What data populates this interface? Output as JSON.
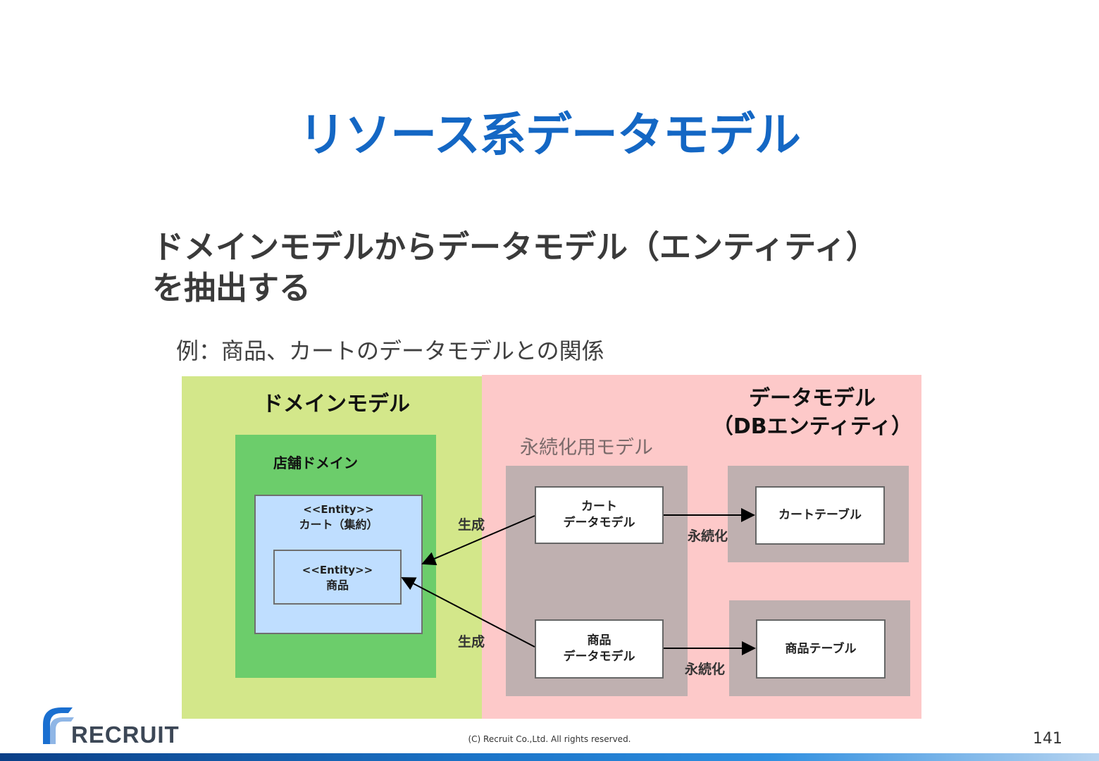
{
  "slide": {
    "title": "リソース系データモデル",
    "heading_line1": "ドメインモデルからデータモデル（エンティティ）",
    "heading_line2": "を抽出する",
    "example": "例：商品、カートのデータモデルとの関係"
  },
  "diagram": {
    "domain_model_label": "ドメインモデル",
    "data_model_label_line1": "データモデル",
    "data_model_label_line2": "（DBエンティティ）",
    "store_domain_label": "店舗ドメイン",
    "persistence_model_label": "永続化用モデル",
    "cart_aggregate": {
      "stereotype": "<<Entity>>",
      "name": "カート（集約）"
    },
    "item_entity": {
      "stereotype": "<<Entity>>",
      "name": "商品"
    },
    "cart_data_model": {
      "line1": "カート",
      "line2": "データモデル"
    },
    "item_data_model": {
      "line1": "商品",
      "line2": "データモデル"
    },
    "cart_table": "カートテーブル",
    "item_table": "商品テーブル",
    "generate_label_1": "生成",
    "generate_label_2": "生成",
    "persist_label_1": "永続化",
    "persist_label_2": "永続化"
  },
  "footer": {
    "logo_text": "RECRUIT",
    "copyright": "(C) Recruit Co.,Ltd. All rights reserved.",
    "page_number": "141"
  },
  "colors": {
    "title": "#1467c4",
    "domain_bg": "#d3e78a",
    "data_bg": "#fdc9c9",
    "store_bg": "#6ccd6b",
    "gray_box": "#bfb0b0",
    "entity_bg": "#bfdeff"
  }
}
